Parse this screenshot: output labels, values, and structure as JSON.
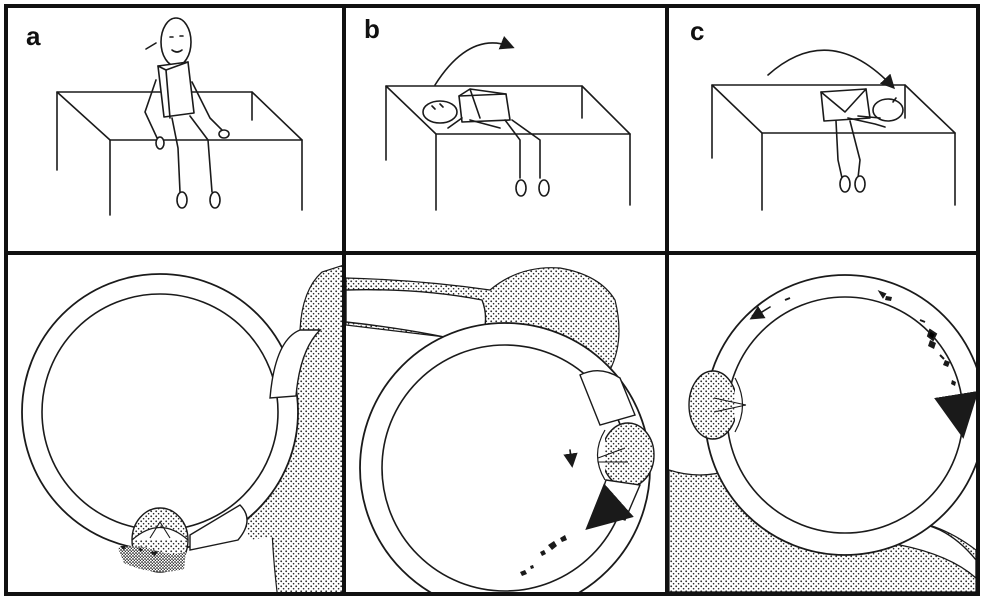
{
  "panels": [
    {
      "label": "a",
      "position": "sitting",
      "debris": "ampulla"
    },
    {
      "label": "b",
      "position": "lying-left",
      "debris": "moving"
    },
    {
      "label": "c",
      "position": "lying-right",
      "debris": "moving"
    }
  ],
  "colors": {
    "ink": "#1a1a1a",
    "background": "#ffffff"
  }
}
